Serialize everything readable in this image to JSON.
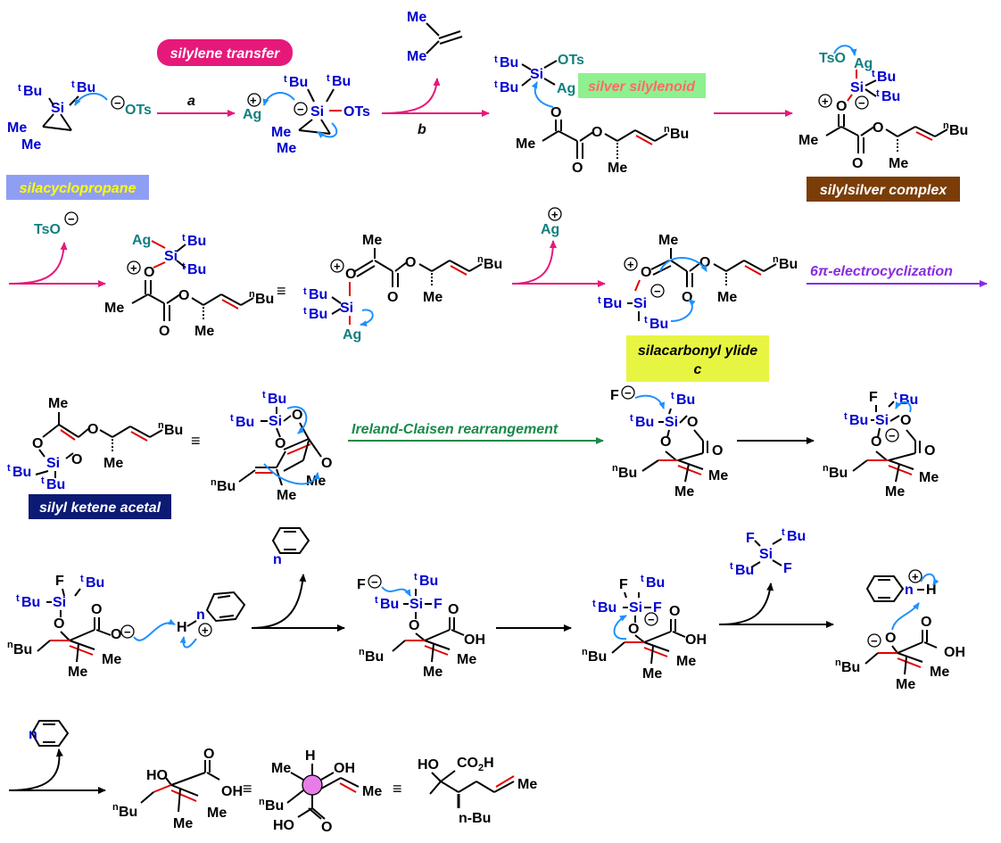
{
  "labels": {
    "silylene_transfer": "silylene transfer",
    "silacyclopropane": "silacyclopropane",
    "silver_silylenoid": "silver silylenoid",
    "silylsilver_complex": "silylsilver complex",
    "silacarbonyl_ylide": "silacarbonyl ylide",
    "silacarbonyl_ylide_tag": "c",
    "electrocyclization_pi": "π",
    "electrocyclization_rest": "-electrocyclization",
    "electrocyclization_six": "6",
    "ireland_claisen": "Ireland-Claisen rearrangement",
    "silyl_ketene_acetal": "silyl ketene acetal",
    "step_a": "a",
    "step_b": "b"
  },
  "atoms": {
    "si": "Si",
    "ag": "Ag",
    "me": "Me",
    "bu": "Bu",
    "t": "t",
    "n": "n",
    "ots": "OTs",
    "ts_o": "TsO",
    "o": "O",
    "oh": "OH",
    "ho": "HO",
    "f": "F",
    "h": "H",
    "co2h_a": "CO",
    "co2h_sub": "2",
    "co2h_b": "H",
    "nbu": "n-Bu",
    "plus": "+",
    "minus": "−",
    "equiv": "≡",
    "dash_tbu": "–Si"
  },
  "colors": {
    "magenta": "#e6197a",
    "silylene_bg": "#e6197a",
    "silacyclopropane_bg": "#8f9ef5",
    "silacyclopropane_text": "#ffff00",
    "silylenoid_bg": "#8ff08f",
    "silylenoid_text": "#ff6a6a",
    "complex_bg": "#7a3d08",
    "ylide_bg": "#e7f542",
    "ketene_bg": "#0b1a73",
    "purple": "#8a2be2",
    "green": "#188a4a",
    "blue": "#0000d0",
    "arrow_blue": "#1e90ff",
    "teal": "#127f7f",
    "red": "#e00000",
    "highlight": "#e77ee8"
  }
}
